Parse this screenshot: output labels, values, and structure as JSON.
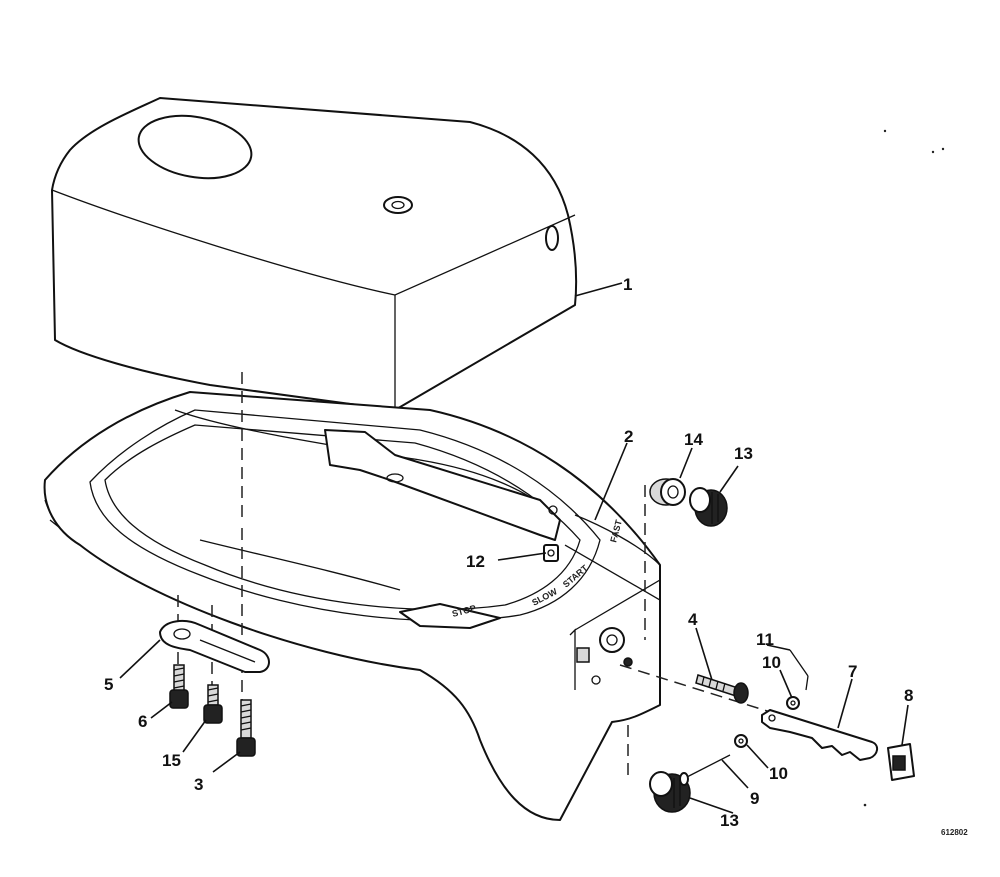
{
  "diagram_code": "612802",
  "callouts": [
    {
      "id": "c1",
      "label": "1"
    },
    {
      "id": "c2",
      "label": "2"
    },
    {
      "id": "c3",
      "label": "3"
    },
    {
      "id": "c4",
      "label": "4"
    },
    {
      "id": "c5",
      "label": "5"
    },
    {
      "id": "c6",
      "label": "6"
    },
    {
      "id": "c7",
      "label": "7"
    },
    {
      "id": "c8",
      "label": "8"
    },
    {
      "id": "c9",
      "label": "9"
    },
    {
      "id": "c10a",
      "label": "10"
    },
    {
      "id": "c10b",
      "label": "10"
    },
    {
      "id": "c11",
      "label": "11"
    },
    {
      "id": "c12",
      "label": "12"
    },
    {
      "id": "c13a",
      "label": "13"
    },
    {
      "id": "c13b",
      "label": "13"
    },
    {
      "id": "c14",
      "label": "14"
    },
    {
      "id": "c15",
      "label": "15"
    }
  ],
  "pan_markings": {
    "stop": "STOP",
    "slow": "SLOW",
    "start": "START",
    "fast": "FAST"
  },
  "colors": {
    "ink": "#111111",
    "background": "#ffffff",
    "shade": "#d9d9d9"
  }
}
